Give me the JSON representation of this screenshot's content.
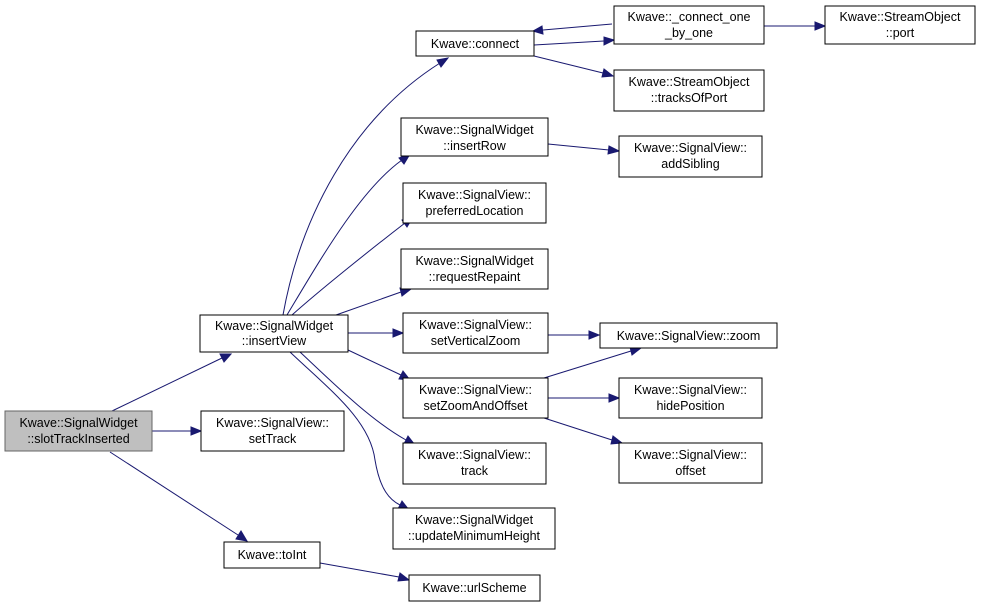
{
  "graph": {
    "nodes": {
      "slotTrackInserted": [
        "Kwave::SignalWidget",
        "::slotTrackInserted"
      ],
      "insertView": [
        "Kwave::SignalWidget",
        "::insertView"
      ],
      "setTrack": [
        "Kwave::SignalView::",
        "setTrack"
      ],
      "toInt": [
        "Kwave::toInt"
      ],
      "urlScheme": [
        "Kwave::urlScheme"
      ],
      "connect": [
        "Kwave::connect"
      ],
      "connectOne": [
        "Kwave::_connect_one",
        "_by_one"
      ],
      "streamPort": [
        "Kwave::StreamObject",
        "::port"
      ],
      "tracksOfPort": [
        "Kwave::StreamObject",
        "::tracksOfPort"
      ],
      "insertRow": [
        "Kwave::SignalWidget",
        "::insertRow"
      ],
      "addSibling": [
        "Kwave::SignalView::",
        "addSibling"
      ],
      "preferredLocation": [
        "Kwave::SignalView::",
        "preferredLocation"
      ],
      "requestRepaint": [
        "Kwave::SignalWidget",
        "::requestRepaint"
      ],
      "setVerticalZoom": [
        "Kwave::SignalView::",
        "setVerticalZoom"
      ],
      "zoom": [
        "Kwave::SignalView::zoom"
      ],
      "setZoomAndOffset": [
        "Kwave::SignalView::",
        "setZoomAndOffset"
      ],
      "hidePosition": [
        "Kwave::SignalView::",
        "hidePosition"
      ],
      "offset": [
        "Kwave::SignalView::",
        "offset"
      ],
      "track": [
        "Kwave::SignalView::",
        "track"
      ],
      "updateMinimumHeight": [
        "Kwave::SignalWidget",
        "::updateMinimumHeight"
      ]
    }
  }
}
